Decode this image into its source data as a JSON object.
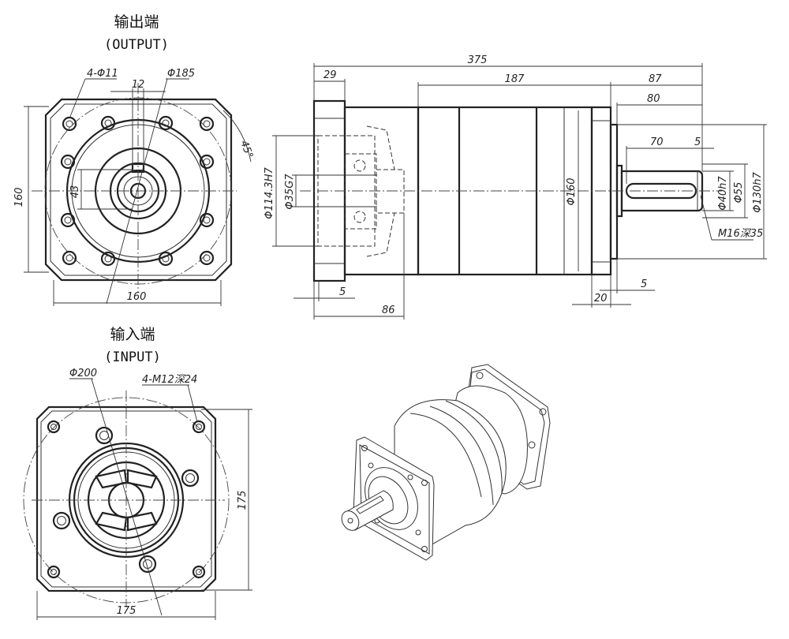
{
  "views": {
    "output": {
      "title": "输出端",
      "subtitle": "(OUTPUT)"
    },
    "input": {
      "title": "输入端",
      "subtitle": "(INPUT)"
    }
  },
  "dimensions": {
    "output_holes": "4-Φ11",
    "output_pcd": "Φ185",
    "output_key_width": "12",
    "output_key_height": "43",
    "output_square_h": "160",
    "output_square_w": "160",
    "output_angle": "45°",
    "side_total_length": "375",
    "side_flange_thk": "29",
    "side_body_len": "187",
    "side_shaft_len": "87",
    "side_shaft_80": "80",
    "side_key_len": "70",
    "side_key_offset": "5",
    "side_input_bore": "Φ114.3H7",
    "side_input_shaft": "Φ35G7",
    "side_body_dia": "Φ160",
    "side_shaft_dia": "Φ40h7",
    "side_shaft_shoulder": "Φ55",
    "side_pilot": "Φ130h7",
    "side_thread": "M16深35",
    "side_input_5": "5",
    "side_input_86": "86",
    "side_out_20": "20",
    "side_out_5": "5",
    "input_pcd": "Φ200",
    "input_holes": "4-M12深24",
    "input_square_h": "175",
    "input_square_w": "175"
  }
}
